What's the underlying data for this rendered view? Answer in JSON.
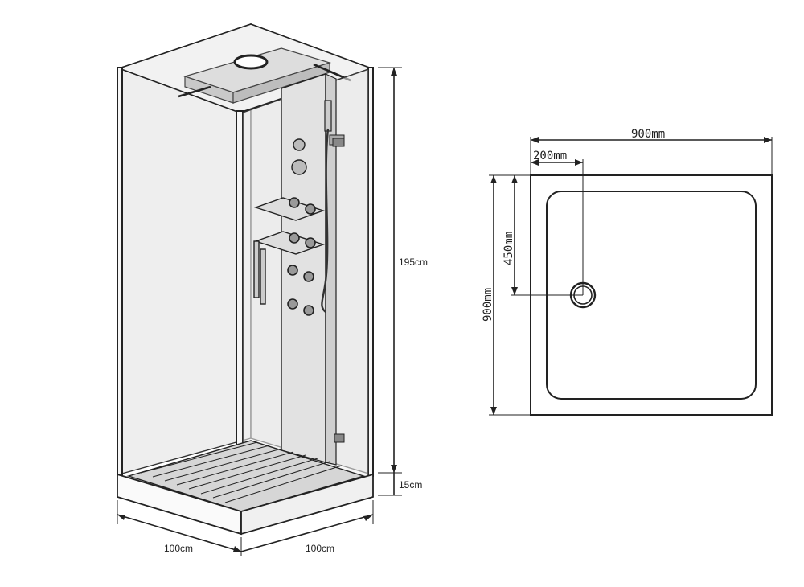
{
  "cabin": {
    "height_label": "195cm",
    "base_height_label": "15cm",
    "width_left_label": "100cm",
    "width_right_label": "100cm"
  },
  "tray": {
    "width_label": "900mm",
    "drain_offset_x_label": "200mm",
    "drain_offset_y_label": "450mm",
    "depth_label": "900mm"
  },
  "colors": {
    "line": "#222222",
    "glass": "#eeeeee",
    "background": "#ffffff"
  }
}
